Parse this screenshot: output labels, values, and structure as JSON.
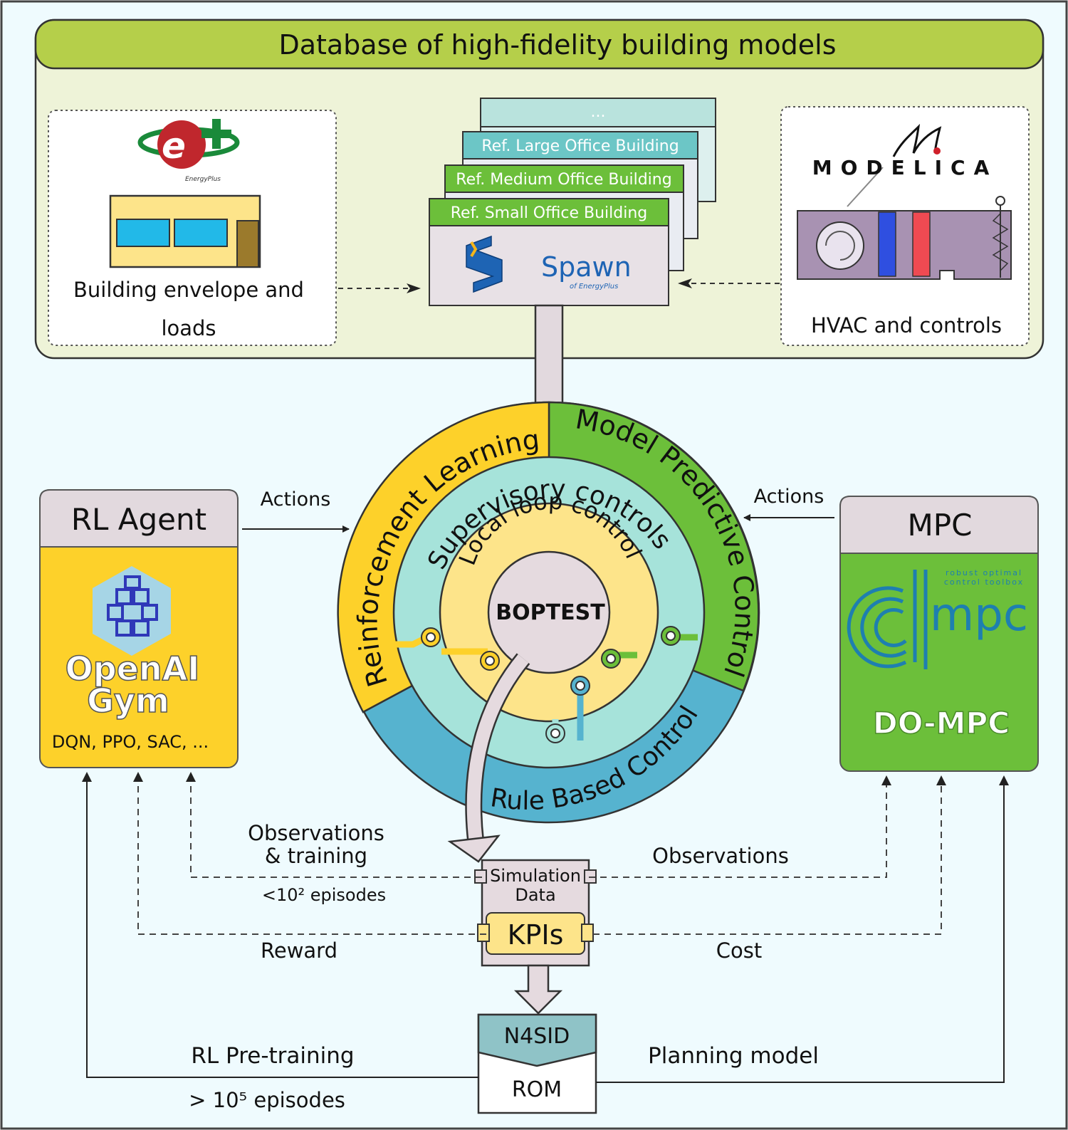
{
  "database": {
    "title": "Database of high-fidelity building models",
    "envelope_label_1": "Building envelope and",
    "envelope_label_2": "loads",
    "energyplus_text": "EnergyPlus",
    "hvac_label": "HVAC and controls",
    "modelica_text": "MODELICA",
    "buildings": [
      "...",
      "Ref. Large Office Building",
      "Ref. Medium Office Building",
      "Ref. Small Office Building"
    ],
    "spawn_text": "Spawn",
    "spawn_sub": "of EnergyPlus"
  },
  "rings": {
    "rl": "Reinforcement Learning",
    "mpc": "Model Predictive Control",
    "rbc": "Rule Based Control",
    "supervisory": "Supervisory controls",
    "local": "Local loop control",
    "center": "BOPTEST"
  },
  "rl_agent": {
    "title": "RL Agent",
    "logo_1": "OpenAI",
    "logo_2": "Gym",
    "algorithms": "DQN, PPO, SAC, ..."
  },
  "mpc_box": {
    "title": "MPC",
    "logo": "mpc",
    "toolbox_1": "robust optimal",
    "toolbox_2": "control toolbox",
    "name": "DO-MPC"
  },
  "flows": {
    "actions_left": "Actions",
    "actions_right": "Actions",
    "obs_training_1": "Observations",
    "obs_training_2": "& training",
    "episodes_small": "<10² episodes",
    "observations": "Observations",
    "reward": "Reward",
    "cost": "Cost",
    "sim_data_1": "Simulation",
    "sim_data_2": "Data",
    "kpis": "KPIs",
    "n4sid": "N4SID",
    "rom": "ROM",
    "rl_pretraining": "RL Pre-training",
    "episodes_large": "> 10⁵ episodes",
    "planning_model": "Planning model"
  },
  "colors": {
    "green_header": "#b5cf4a",
    "db_fill": "#eef3d8",
    "rl_yellow": "#fdd12a",
    "mpc_green": "#6cbf3a",
    "rbc_blue": "#56b3cf",
    "supervisory": "#a6e3da",
    "local": "#fde48a",
    "center": "#e5dadf",
    "bg": "#effbfe"
  }
}
